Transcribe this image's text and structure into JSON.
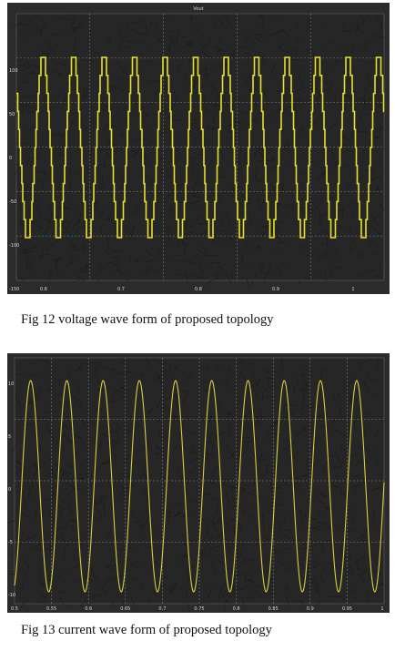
{
  "figure1": {
    "caption": "Fig 12 voltage wave form of proposed topology",
    "chart_data": {
      "type": "line",
      "series": [
        {
          "values_note": "",
          "cycles": 12,
          "waveform": "multilevel-staircase"
        }
      ],
      "y_ticks": [
        "100",
        "50",
        "0",
        "-50",
        "-100",
        "-150"
      ],
      "x_ticks": [
        "0.6",
        "0.7",
        "0.8",
        "0.9",
        "1"
      ],
      "top_label": "Vout",
      "colors": {
        "background": "#262626",
        "trace": "#e8e030",
        "grid": "#8a8a8a"
      }
    }
  },
  "figure2": {
    "caption": "Fig 13 current wave form of proposed topology",
    "chart_data": {
      "type": "line",
      "series": [
        {
          "cycles": 10.2,
          "waveform": "sinusoid"
        }
      ],
      "y_ticks": [
        "10",
        "5",
        "0",
        "-5",
        "-10"
      ],
      "x_ticks": [
        "0.5",
        "0.55",
        "0.6",
        "0.65",
        "0.7",
        "0.75",
        "0.8",
        "0.85",
        "0.9",
        "0.95",
        "1"
      ],
      "colors": {
        "background": "#262626",
        "trace": "#d8d040",
        "grid": "#8a8a8a"
      }
    }
  }
}
